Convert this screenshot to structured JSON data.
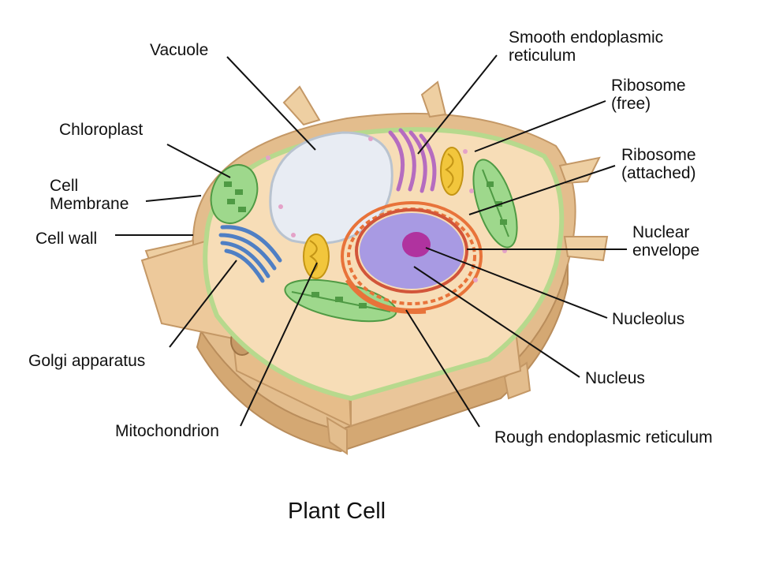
{
  "diagram": {
    "caption": "Plant Cell",
    "colors": {
      "cell_wall": "#eecfa2",
      "cell_wall_shadow": "#d9b07c",
      "cytoplasm": "#f7ddb7",
      "membrane_green": "#bfe0a8",
      "vacuole": "#e8ecf3",
      "chloroplast": "#9ed88c",
      "golgi": "#5f8fd2",
      "smooth_er": "#b56cc0",
      "mitochondrion": "#f2c63c",
      "rough_er": "#e8733a",
      "nucleus": "#a89ae3",
      "nucleolus": "#b0339f",
      "leader_line": "#111111"
    },
    "labels": {
      "vacuole": "Vacuole",
      "smooth_er_line1": "Smooth endoplasmic",
      "smooth_er_line2": "reticulum",
      "ribosome_free_line1": "Ribosome",
      "ribosome_free_line2": "(free)",
      "chloroplast": "Chloroplast",
      "ribosome_attached_line1": "Ribosome",
      "ribosome_attached_line2": "(attached)",
      "cell_membrane_line1": "Cell",
      "cell_membrane_line2": "Membrane",
      "cell_wall": "Cell wall",
      "nuclear_envelope_line1": "Nuclear",
      "nuclear_envelope_line2": "envelope",
      "nucleolus": "Nucleolus",
      "golgi": "Golgi apparatus",
      "nucleus": "Nucleus",
      "mitochondrion": "Mitochondrion",
      "rough_er": "Rough endoplasmic reticulum"
    }
  }
}
